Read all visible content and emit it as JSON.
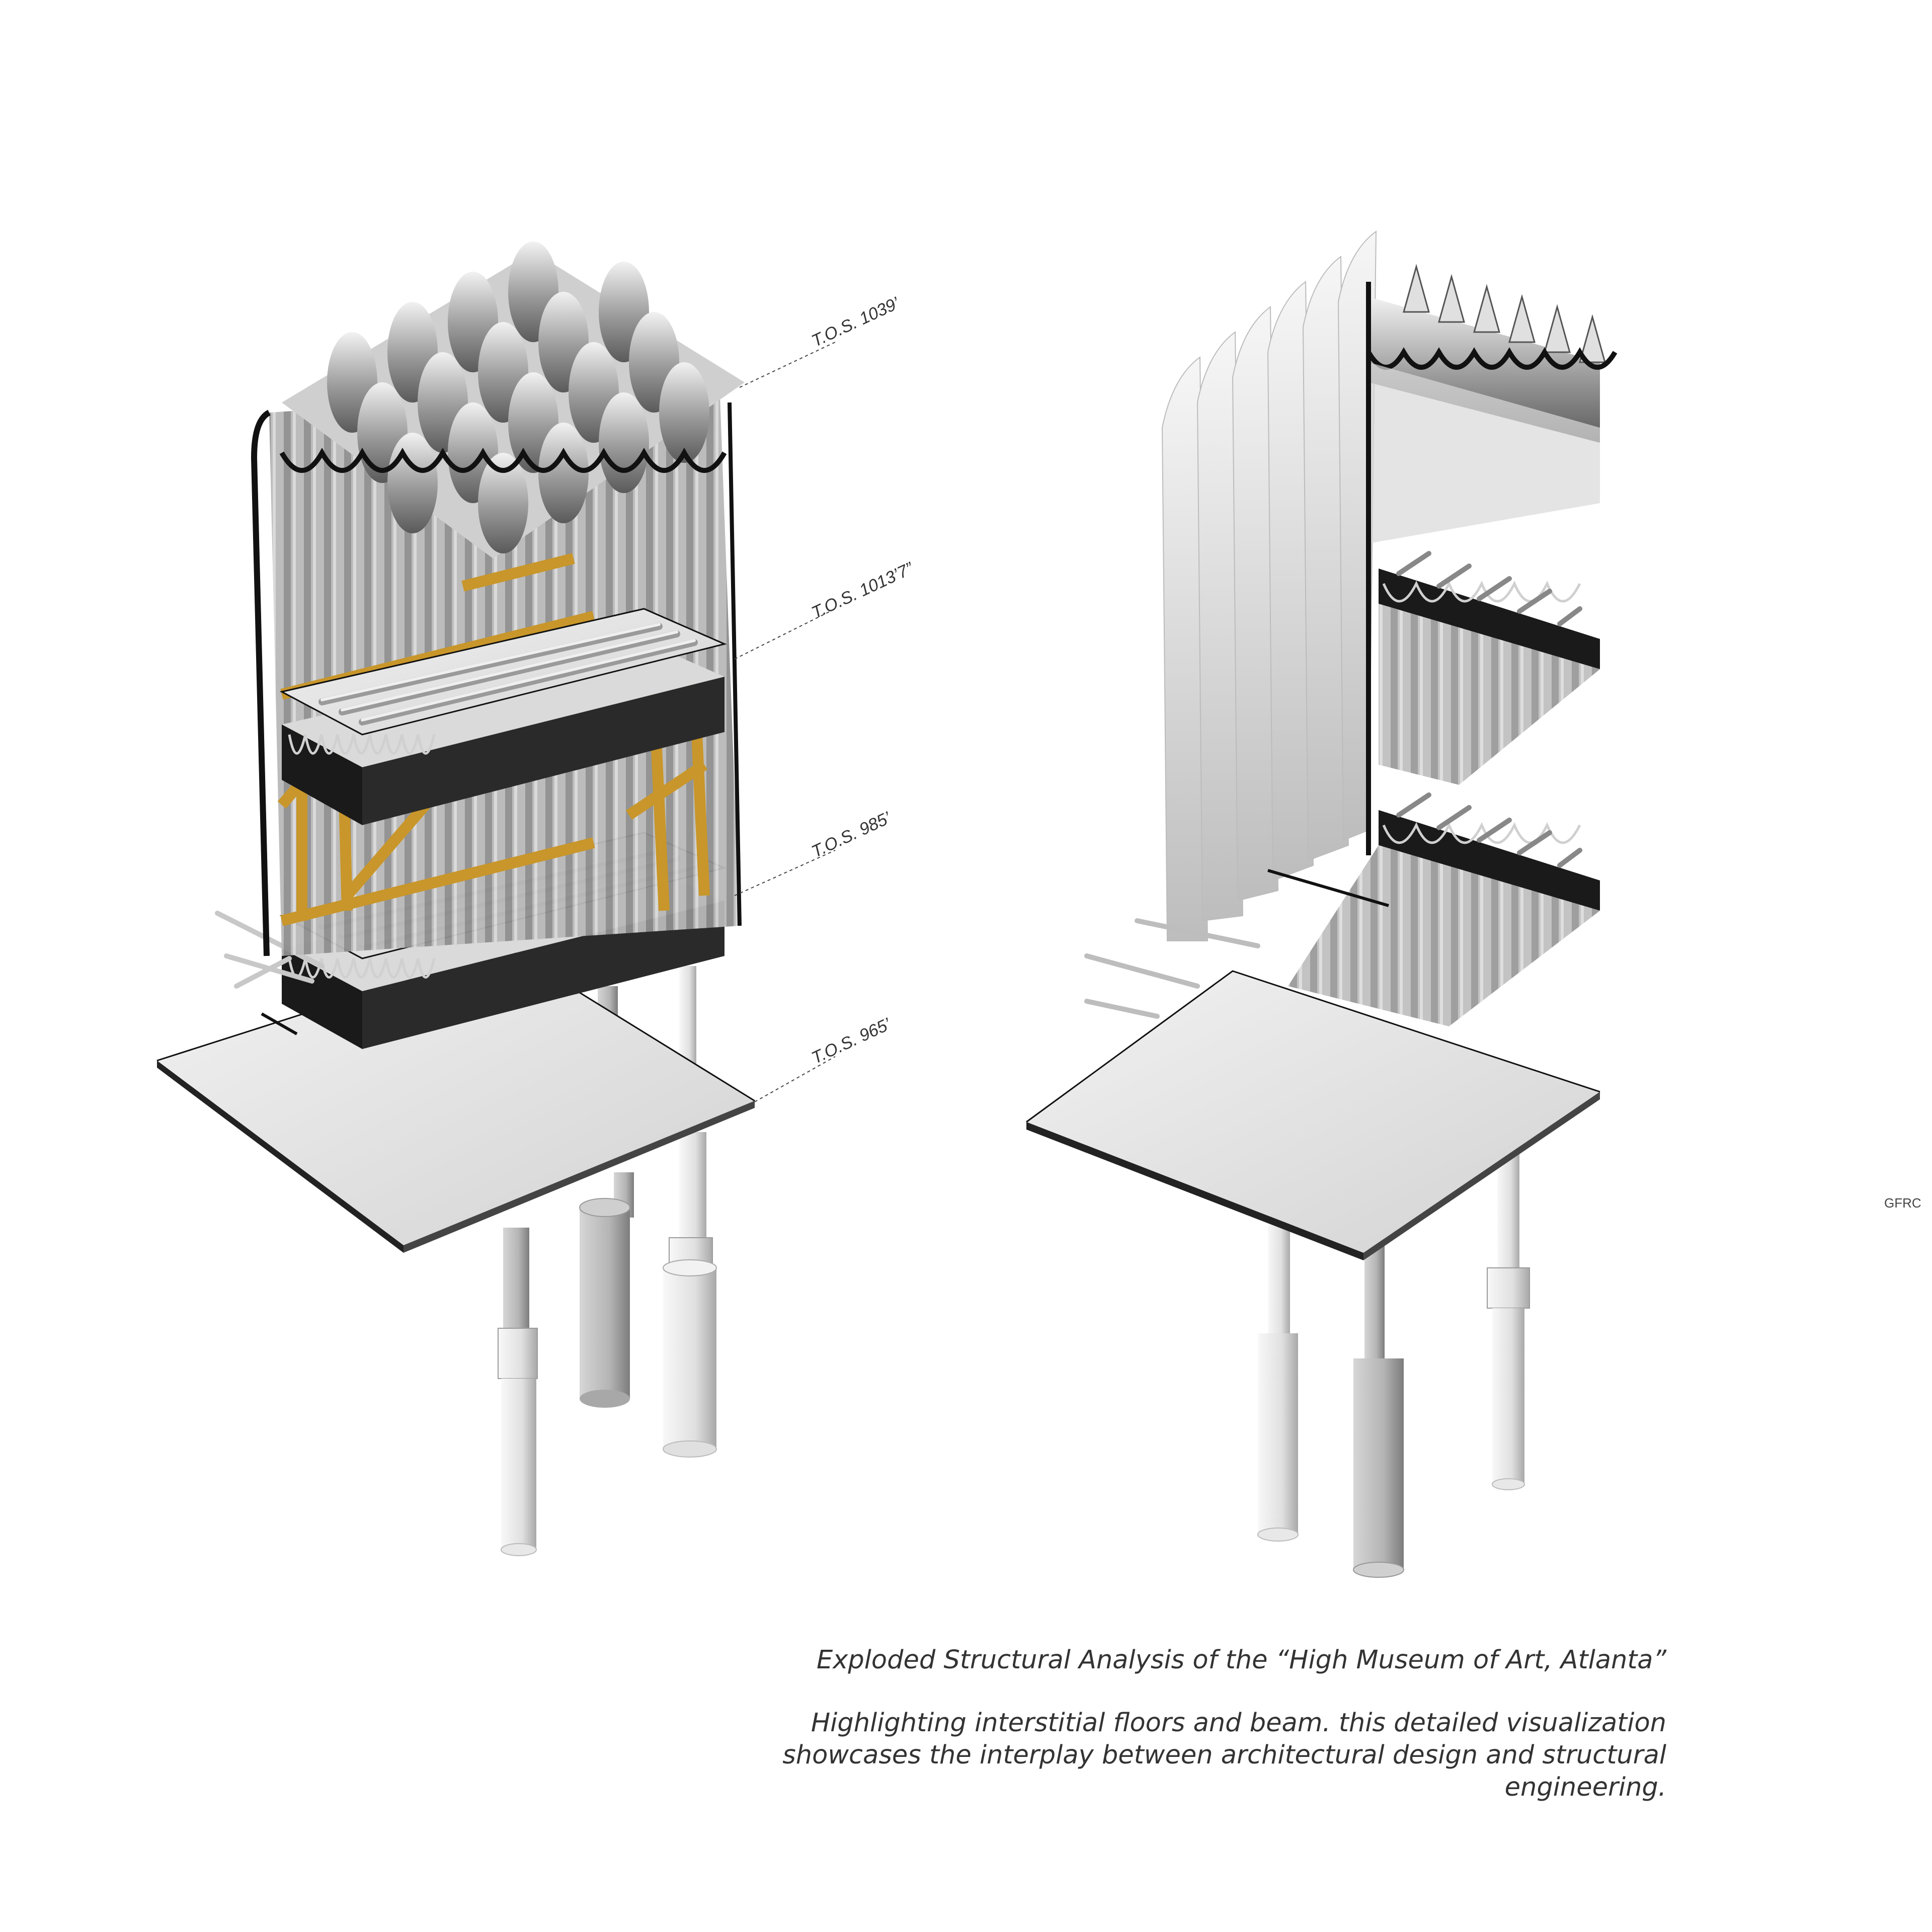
{
  "levels": [
    {
      "label": "T.O.S. 1039’"
    },
    {
      "label": "T.O.S. 1013’7”"
    },
    {
      "label": "T.O.S. 985’"
    },
    {
      "label": "T.O.S. 965’"
    }
  ],
  "material_tag": "GFRC",
  "caption": {
    "title": "Exploded Structural Analysis of the “High Museum of Art, Atlanta”",
    "body_lines": [
      "Highlighting interstitial floors and beam. this detailed visualization",
      "showcases the interplay between architectural design and structural",
      "engineering."
    ]
  },
  "colors": {
    "steel_frame": "#c8962a",
    "outline": "#111111",
    "surface": "#e4e4e4",
    "shell": "#9a9a9a"
  }
}
